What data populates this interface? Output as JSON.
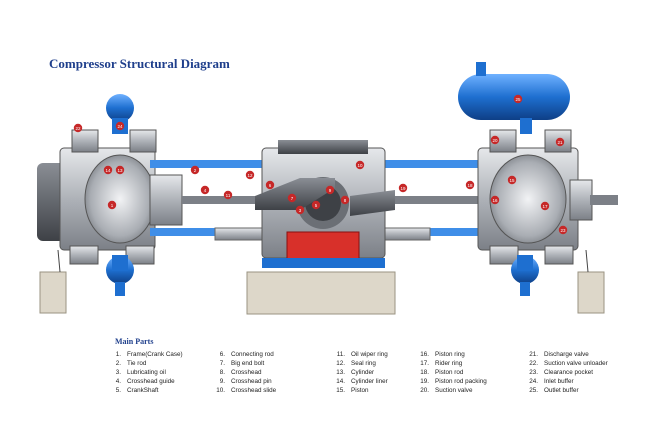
{
  "title": "Compressor Structural Diagram",
  "parts_title": "Main Parts",
  "parts": [
    {
      "num": "1.",
      "name": "Frame(Crank Case)"
    },
    {
      "num": "2.",
      "name": "Tie rod"
    },
    {
      "num": "3.",
      "name": "Lubricating oil"
    },
    {
      "num": "4.",
      "name": "Crosshead guide"
    },
    {
      "num": "5.",
      "name": "CrankShaft"
    },
    {
      "num": "6.",
      "name": "Connecting rod"
    },
    {
      "num": "7.",
      "name": "Big end bolt"
    },
    {
      "num": "8.",
      "name": "Crosshead"
    },
    {
      "num": "9.",
      "name": "Crosshead pin"
    },
    {
      "num": "10.",
      "name": "Crosshead slide"
    },
    {
      "num": "11.",
      "name": "Oil wiper ring"
    },
    {
      "num": "12.",
      "name": "Seal ring"
    },
    {
      "num": "13.",
      "name": "Cylinder"
    },
    {
      "num": "14.",
      "name": "Cylinder liner"
    },
    {
      "num": "15.",
      "name": "Piston"
    },
    {
      "num": "16.",
      "name": "Piston ring"
    },
    {
      "num": "17.",
      "name": "Rider ring"
    },
    {
      "num": "18.",
      "name": "Piston rod"
    },
    {
      "num": "19.",
      "name": "Piston rod packing"
    },
    {
      "num": "20.",
      "name": "Suction valve"
    },
    {
      "num": "21.",
      "name": "Discharge valve"
    },
    {
      "num": "22.",
      "name": "Suction valve unloader"
    },
    {
      "num": "23.",
      "name": "Clearance pocket"
    },
    {
      "num": "24.",
      "name": "Inlet buffer"
    },
    {
      "num": "25.",
      "name": "Outlet buffer"
    }
  ],
  "callouts": [
    "1",
    "2",
    "3",
    "4",
    "5",
    "6",
    "7",
    "8",
    "9",
    "10",
    "11",
    "12",
    "13",
    "14",
    "15",
    "16",
    "17",
    "18",
    "19",
    "20",
    "21",
    "22",
    "23",
    "24",
    "25"
  ],
  "colors": {
    "title": "#1f3f8c",
    "steel_blue": "#1e6fd0",
    "buffer_blue": "#2e86e0",
    "frame_gray": "#b8bcc2",
    "dark_gray": "#5d6066",
    "crank_red": "#d8302a",
    "pipe_blue": "#3f8ee8",
    "base_beige": "#ddd7c9",
    "callout_red": "#c62828"
  }
}
